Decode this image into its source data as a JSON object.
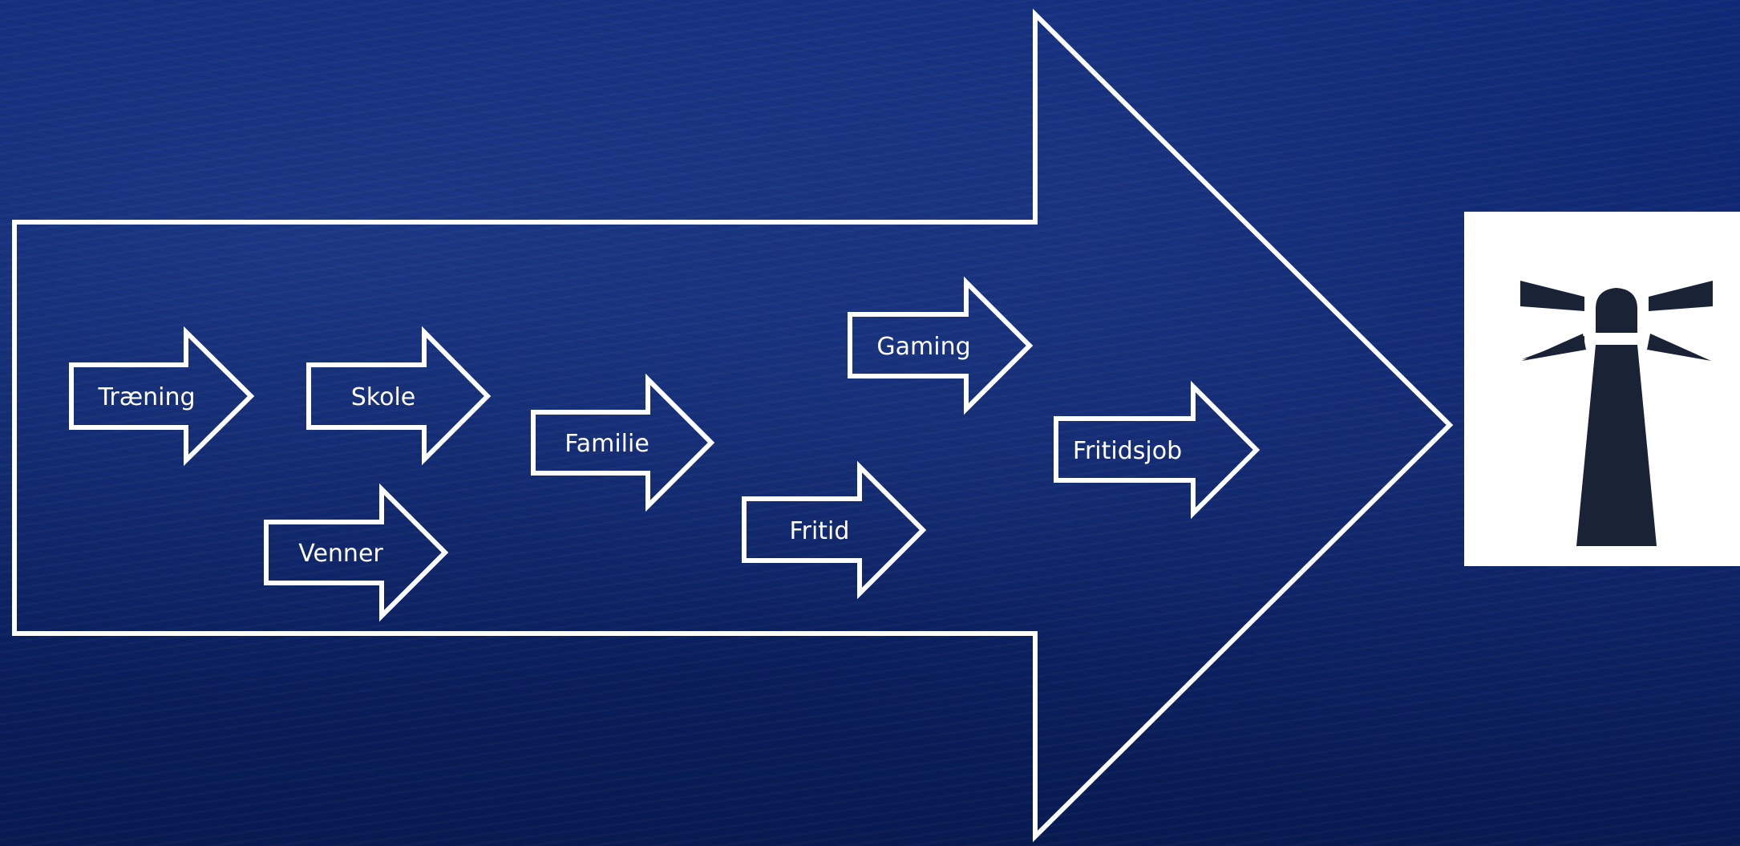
{
  "diagram": {
    "colors": {
      "background": "#0d256e",
      "outline": "#ffffff",
      "logo_background": "#ffffff",
      "logo_mark": "#1a2236"
    },
    "arrows": [
      {
        "id": "traening",
        "label": "Træning"
      },
      {
        "id": "skole",
        "label": "Skole"
      },
      {
        "id": "venner",
        "label": "Venner"
      },
      {
        "id": "familie",
        "label": "Familie"
      },
      {
        "id": "gaming",
        "label": "Gaming"
      },
      {
        "id": "fritid",
        "label": "Fritid"
      },
      {
        "id": "fritidsjob",
        "label": "Fritidsjob"
      }
    ],
    "logo_icon": "lighthouse-icon"
  }
}
